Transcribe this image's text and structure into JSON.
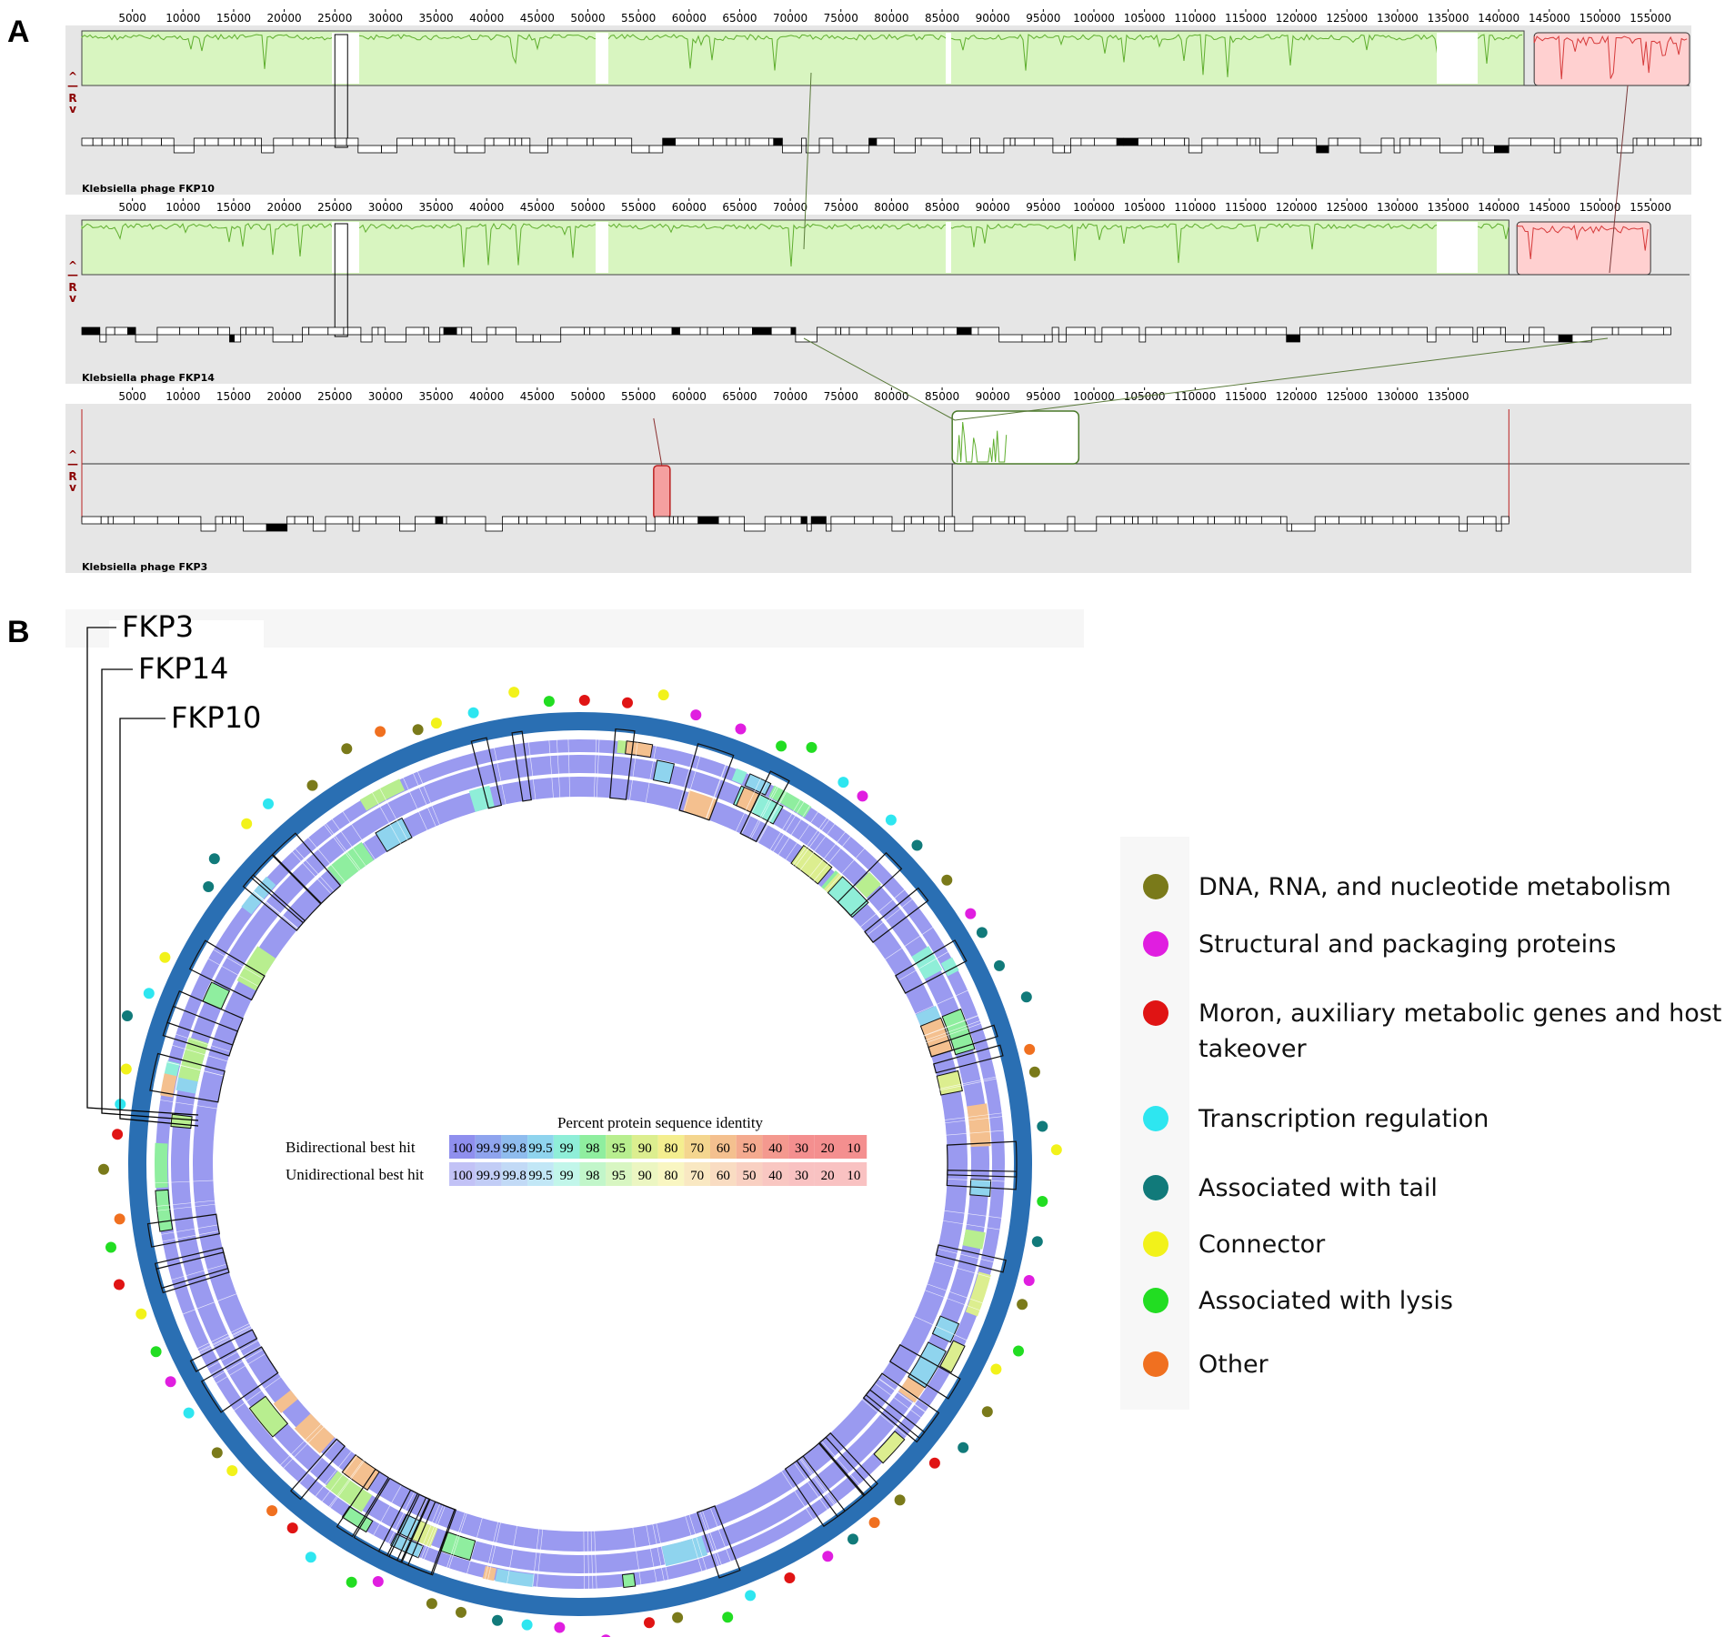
{
  "panel_a": {
    "label": "A",
    "tick_labels": [
      "5000",
      "10000",
      "15000",
      "20000",
      "25000",
      "30000",
      "35000",
      "40000",
      "45000",
      "50000",
      "55000",
      "60000",
      "65000",
      "70000",
      "75000",
      "80000",
      "85000",
      "90000",
      "95000",
      "100000",
      "105000",
      "110000",
      "115000",
      "120000",
      "125000",
      "130000",
      "135000",
      "140000",
      "145000",
      "150000",
      "155000"
    ],
    "tracks": [
      {
        "name": "Klebsiella phage FKP10",
        "genome_length": 160000,
        "controls": {
          "up": "^",
          "dash": "—",
          "r": "R",
          "down": "v"
        }
      },
      {
        "name": "Klebsiella phage FKP14",
        "genome_length": 157000,
        "controls": {
          "up": "^",
          "dash": "—",
          "r": "R",
          "down": "v"
        }
      },
      {
        "name": "Klebsiella phage FKP3",
        "genome_length": 141000,
        "controls": {
          "up": "^",
          "dash": "—",
          "r": "R",
          "down": "v"
        }
      }
    ],
    "colors": {
      "block_green": "#d8f5c0",
      "profile_green": "#5fae2e",
      "block_red": "#ffd0d0",
      "profile_red": "#d63a3a",
      "track_bg": "#e6e6e6"
    }
  },
  "panel_b": {
    "label": "B",
    "ring_labels": [
      "FKP3",
      "FKP14",
      "FKP10"
    ],
    "identity_scale": {
      "title": "Percent protein sequence identity",
      "rows": [
        "Bidirectional best hit",
        "Unidirectional best hit"
      ],
      "values": [
        "100",
        "99.9",
        "99.8",
        "99.5",
        "99",
        "98",
        "95",
        "90",
        "80",
        "70",
        "60",
        "50",
        "40",
        "30",
        "20",
        "10"
      ],
      "colors": [
        "#8f8fee",
        "#8fa4ee",
        "#8fbcee",
        "#8fd4ee",
        "#8feed8",
        "#8fee9f",
        "#b8ee8f",
        "#dcee8f",
        "#f4ee8f",
        "#f4d68f",
        "#f4c08f",
        "#f4aa8f",
        "#f4998f",
        "#f48f8f",
        "#f48f8f",
        "#f48f8f"
      ]
    },
    "legend": [
      {
        "label": "DNA, RNA, and nucleotide metabolism",
        "color": "#7a7a1a"
      },
      {
        "label": "Structural and packaging proteins",
        "color": "#e01ee0"
      },
      {
        "label": "Moron, auxiliary metabolic genes and host",
        "label_line2": "takeover",
        "color": "#e01414"
      },
      {
        "label": "Transcription regulation",
        "color": "#2ee6f0"
      },
      {
        "label": "Associated with tail",
        "color": "#117a7a"
      },
      {
        "label": "Connector",
        "color": "#f2f21a"
      },
      {
        "label": "Associated with lysis",
        "color": "#22dd22"
      },
      {
        "label": "Other",
        "color": "#f07020"
      }
    ],
    "colors": {
      "outer_ring": "#2a6fb3",
      "ring_fill": "#9a9af0"
    }
  }
}
